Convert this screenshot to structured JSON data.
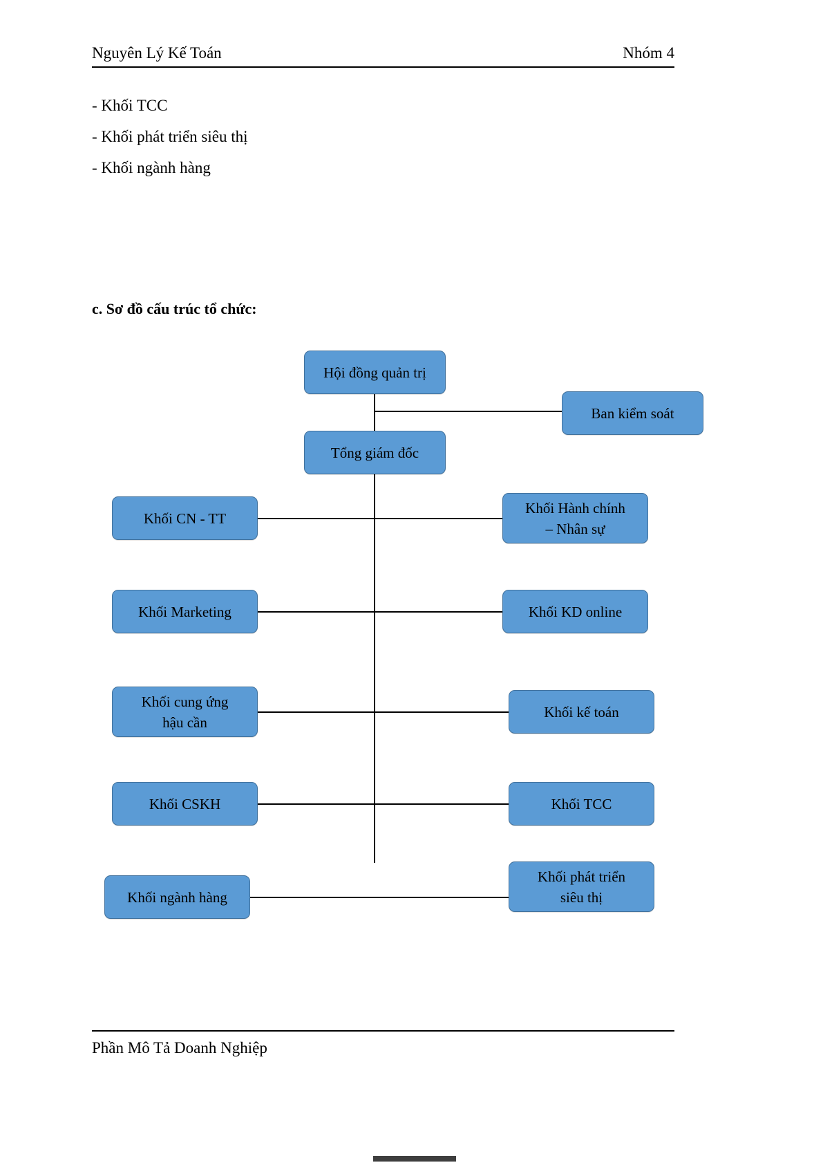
{
  "header": {
    "left_text": "Nguyên Lý Kế Toán",
    "right_text": "Nhóm 4"
  },
  "body": {
    "lines": [
      "- Khối TCC",
      "- Khối phát triển siêu thị",
      "- Khối ngành hàng"
    ]
  },
  "section": {
    "heading": "c. Sơ đồ cấu trúc tổ chức:"
  },
  "footer": {
    "text": "Phần Mô Tả Doanh Nghiệp"
  },
  "colors": {
    "node_fill": "#5B9BD5",
    "node_border": "#41719C",
    "connector": "#000000",
    "text": "#000000",
    "page": "#FFFFFF"
  },
  "org_chart": {
    "type": "organization-chart",
    "title": "Sơ đồ cấu trúc tổ chức",
    "nodes": [
      {
        "id": "hdqt",
        "label": "Hội đồng quản trị",
        "level": 0,
        "column": "center"
      },
      {
        "id": "bks",
        "label": "Ban kiểm soát",
        "level": 1,
        "column": "right"
      },
      {
        "id": "tgd",
        "label": "Tổng giám đốc",
        "level": 2,
        "column": "center"
      },
      {
        "id": "cn_tt",
        "label": "Khối CN - TT",
        "level": 3,
        "column": "left"
      },
      {
        "id": "hanh_chinh",
        "label": "Khối Hành chính\n– Nhân sự",
        "level": 3,
        "column": "right"
      },
      {
        "id": "marketing",
        "label": "Khối Marketing",
        "level": 4,
        "column": "left"
      },
      {
        "id": "kd_online",
        "label": "Khối KD online",
        "level": 4,
        "column": "right"
      },
      {
        "id": "cung_ung",
        "label": "Khối cung ứng\nhậu cần",
        "level": 5,
        "column": "left"
      },
      {
        "id": "ke_toan",
        "label": "Khối kế toán",
        "level": 5,
        "column": "right"
      },
      {
        "id": "cskh",
        "label": "Khối CSKH",
        "level": 6,
        "column": "left"
      },
      {
        "id": "tcc",
        "label": "Khối TCC",
        "level": 6,
        "column": "right"
      },
      {
        "id": "nganh_hang",
        "label": "Khối ngành hàng",
        "level": 7,
        "column": "left"
      },
      {
        "id": "phat_trien",
        "label": "Khối phát triển\nsiêu thị",
        "level": 7,
        "column": "right"
      }
    ],
    "edges": [
      {
        "from": "hdqt",
        "to": "tgd"
      },
      {
        "from": "hdqt",
        "to": "bks"
      },
      {
        "from": "cn_tt",
        "to": "hanh_chinh"
      },
      {
        "from": "marketing",
        "to": "kd_online"
      },
      {
        "from": "cung_ung",
        "to": "ke_toan"
      },
      {
        "from": "cskh",
        "to": "tcc"
      },
      {
        "from": "nganh_hang",
        "to": "phat_trien"
      }
    ]
  }
}
